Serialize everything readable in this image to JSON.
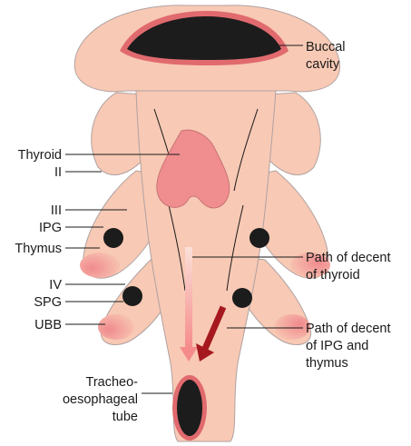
{
  "colors": {
    "tissue": "#f8c9b4",
    "tissue_outline": "#b0a2a2",
    "pouch_pink": "#f09a98",
    "thyroid_pink": "#ef8d8f",
    "buccal_rim": "#e06a6e",
    "dark": "#1c1c1c",
    "thyroid_path_arrow": "#f58b8b",
    "ipg_thymus_arrow": "#a5181e",
    "text": "#1a1a1a"
  },
  "labels": {
    "buccal_line1": "Buccal",
    "buccal_line2": "cavity",
    "thyroid": "Thyroid",
    "arch_ii": "II",
    "arch_iii": "III",
    "ipg": "IPG",
    "thymus": "Thymus",
    "arch_iv": "IV",
    "spg": "SPG",
    "ubb": "UBB",
    "trach_line1": "Tracheo-",
    "trach_line2": "oesophageal",
    "trach_line3": "tube",
    "path_thyroid_line1": "Path of decent",
    "path_thyroid_line2": "of thyroid",
    "path_ipg_line1": "Path of decent",
    "path_ipg_line2": "of IPG and",
    "path_ipg_line3": "thymus"
  },
  "icons": {
    "arrow_thyroid": "down-arrow-icon",
    "arrow_ipg": "down-left-arrow-icon"
  }
}
